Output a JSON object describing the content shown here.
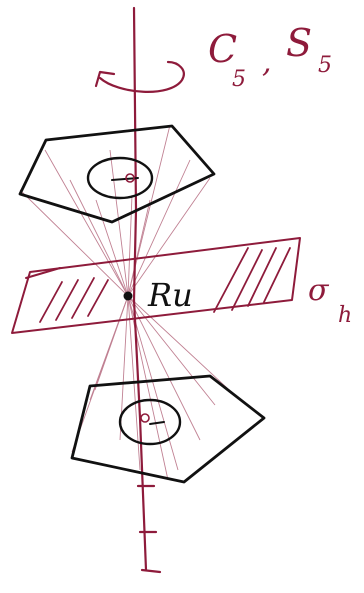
{
  "labels": {
    "axis_c5": "C",
    "axis_c5_sub": "5",
    "sep": ",",
    "axis_s5": "S",
    "axis_s5_sub": "5",
    "metal": "Ru",
    "plane": "σ",
    "plane_sub": "h"
  },
  "colors": {
    "ink": "#111111",
    "red_ink": "#8e1b3b",
    "paper": "#ffffff"
  }
}
